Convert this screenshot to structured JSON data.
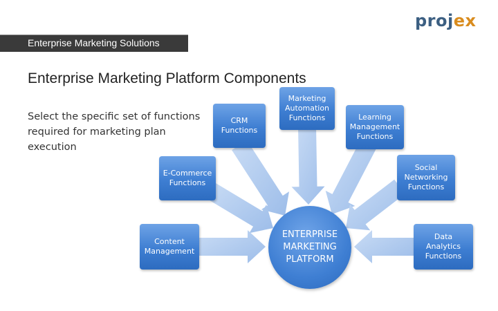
{
  "logo": {
    "part1": "proj",
    "part2": "ex"
  },
  "banner": {
    "label": "Enterprise Marketing Solutions"
  },
  "title": "Enterprise Marketing Platform Components",
  "description": "Select the specific set of functions required for marketing plan execution",
  "hub": {
    "label": "ENTERPRISE MARKETING PLATFORM"
  },
  "nodes": {
    "crm": "CRM Functions",
    "marketing_automation": "Marketing Automation Functions",
    "learning_management": "Learning Management Functions",
    "ecommerce": "E-Commerce Functions",
    "social_networking": "Social Networking Functions",
    "content_management": "Content Management",
    "data_analytics": "Data Analytics Functions"
  },
  "colors": {
    "node": "#3e7ed2",
    "arrow": "#a9c6ee",
    "banner": "#3a3a3a",
    "logo_primary": "#3c5f82",
    "logo_accent": "#d98c1e"
  }
}
